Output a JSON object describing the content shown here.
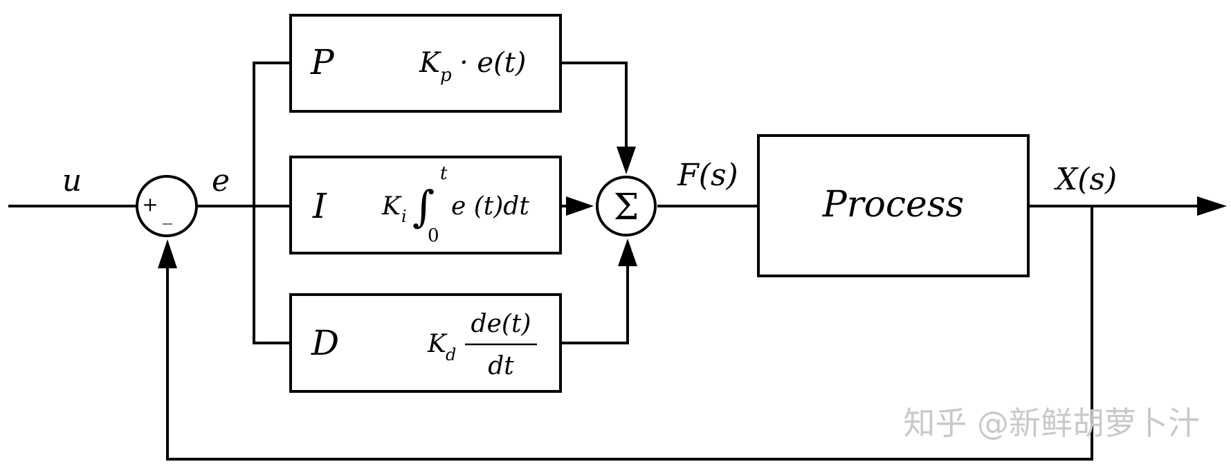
{
  "signals": {
    "input": "u",
    "error": "e",
    "controller_output": "F(s)",
    "output": "X(s)"
  },
  "summing_junction": {
    "plus": "+",
    "minus": "_"
  },
  "sum_node": {
    "symbol": "Σ"
  },
  "blocks": {
    "p": {
      "letter": "P",
      "gain_base": "K",
      "gain_sub": "p",
      "expr": "· e(t)"
    },
    "i": {
      "letter": "I",
      "gain_base": "K",
      "gain_sub": "i",
      "integral": "∫",
      "upper": "t",
      "lower": "0",
      "expr": "e (t)dt"
    },
    "d": {
      "letter": "D",
      "gain_base": "K",
      "gain_sub": "d",
      "numerator": "de(t)",
      "denominator": "dt"
    },
    "process": {
      "label": "Process"
    }
  },
  "watermark": "知乎 @新鲜胡萝卜汁"
}
